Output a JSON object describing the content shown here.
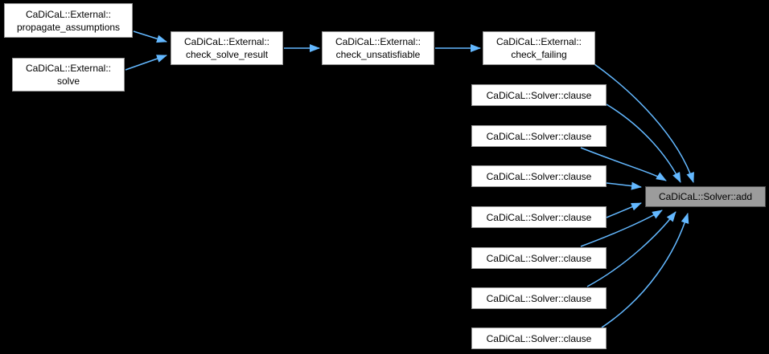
{
  "diagram": {
    "kind": "doxygen-call-graph",
    "colors": {
      "background": "#000000",
      "edge": "#63b8ff",
      "node_fill": "#ffffff",
      "node_border": "#9a9a9a",
      "node_text": "#000000",
      "highlight_fill": "#9c9c9c",
      "highlight_border": "#4c4c4c"
    },
    "nodes": {
      "propagate_assumptions": {
        "line1": "CaDiCaL::External::",
        "line2": "propagate_assumptions"
      },
      "solve": {
        "line1": "CaDiCaL::External::",
        "line2": "solve"
      },
      "check_solve_result": {
        "line1": "CaDiCaL::External::",
        "line2": "check_solve_result"
      },
      "check_unsatisfiable": {
        "line1": "CaDiCaL::External::",
        "line2": "check_unsatisfiable"
      },
      "check_failing": {
        "line1": "CaDiCaL::External::",
        "line2": "check_failing"
      },
      "clause": {
        "label": "CaDiCaL::Solver::clause"
      },
      "add": {
        "label": "CaDiCaL::Solver::add"
      }
    },
    "edges": [
      {
        "from": "CaDiCaL::External::propagate_assumptions",
        "to": "CaDiCaL::External::check_solve_result"
      },
      {
        "from": "CaDiCaL::External::solve",
        "to": "CaDiCaL::External::check_solve_result"
      },
      {
        "from": "CaDiCaL::External::check_solve_result",
        "to": "CaDiCaL::External::check_unsatisfiable"
      },
      {
        "from": "CaDiCaL::External::check_unsatisfiable",
        "to": "CaDiCaL::External::check_failing"
      },
      {
        "from": "CaDiCaL::External::check_failing",
        "to": "CaDiCaL::Solver::add"
      },
      {
        "from": "CaDiCaL::Solver::clause (1)",
        "to": "CaDiCaL::Solver::add"
      },
      {
        "from": "CaDiCaL::Solver::clause (2)",
        "to": "CaDiCaL::Solver::add"
      },
      {
        "from": "CaDiCaL::Solver::clause (3)",
        "to": "CaDiCaL::Solver::add"
      },
      {
        "from": "CaDiCaL::Solver::clause (4)",
        "to": "CaDiCaL::Solver::add"
      },
      {
        "from": "CaDiCaL::Solver::clause (5)",
        "to": "CaDiCaL::Solver::add"
      },
      {
        "from": "CaDiCaL::Solver::clause (6)",
        "to": "CaDiCaL::Solver::add"
      },
      {
        "from": "CaDiCaL::Solver::clause (7)",
        "to": "CaDiCaL::Solver::add"
      }
    ]
  }
}
